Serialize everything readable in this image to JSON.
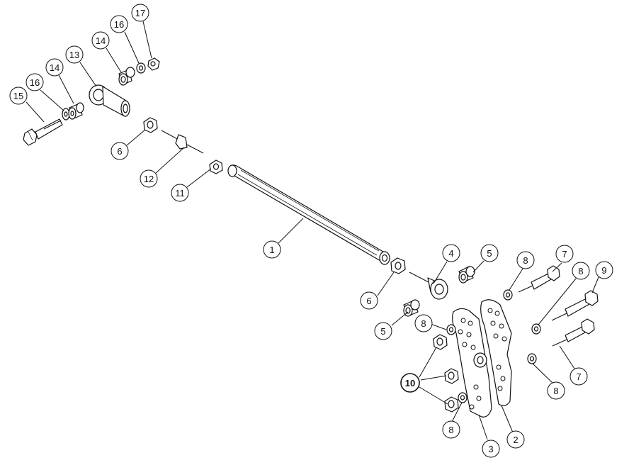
{
  "callouts": {
    "c1": "1",
    "c2": "2",
    "c3": "3",
    "c4": "4",
    "c5a": "5",
    "c5b": "5",
    "c6a": "6",
    "c6b": "6",
    "c7a": "7",
    "c7b": "7",
    "c8a": "8",
    "c8b": "8",
    "c8c": "8",
    "c8d": "8",
    "c8e": "8",
    "c9": "9",
    "c10": "10",
    "c11": "11",
    "c12": "12",
    "c13": "13",
    "c14a": "14",
    "c14b": "14",
    "c15": "15",
    "c16a": "16",
    "c16b": "16",
    "c17": "17"
  }
}
